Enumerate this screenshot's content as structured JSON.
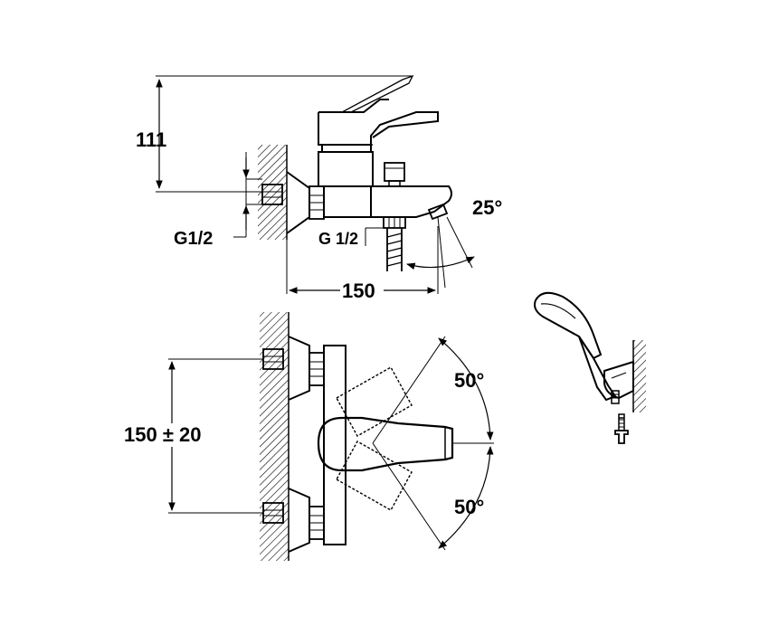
{
  "labels": {
    "height": "111",
    "inlet_thread": "G1/2",
    "outlet_thread": "G 1/2",
    "spout_angle": "25°",
    "projection": "150",
    "centers": "150 ± 20",
    "lever_up_angle": "50°",
    "lever_down_angle": "50°"
  },
  "colors": {
    "line": "#000000",
    "background": "#ffffff"
  },
  "views": [
    "side-view",
    "front-view",
    "hand-shower-view"
  ]
}
